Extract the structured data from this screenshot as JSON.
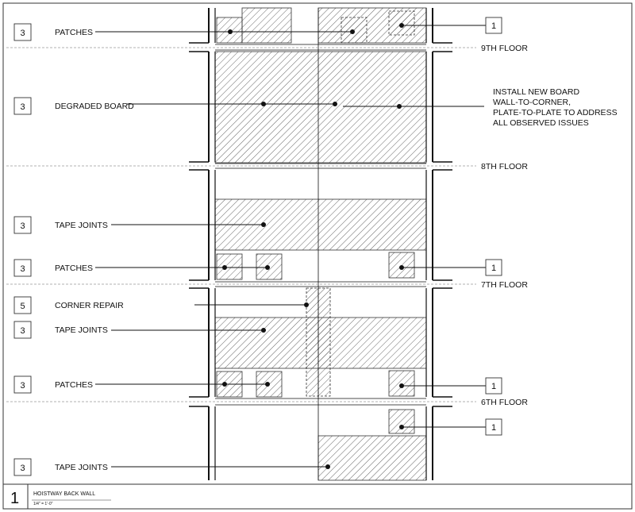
{
  "floors": {
    "ninth": "9TH FLOOR",
    "eighth": "8TH FLOOR",
    "seventh": "7TH FLOOR",
    "sixth": "6TH FLOOR"
  },
  "callouts": {
    "patches_top": {
      "tag": "3",
      "label": "PATCHES"
    },
    "degraded_board": {
      "tag": "3",
      "label": "DEGRADED BOARD"
    },
    "tape_joints_8": {
      "tag": "3",
      "label": "TAPE JOINTS"
    },
    "patches_8": {
      "tag": "3",
      "label": "PATCHES"
    },
    "corner_repair": {
      "tag": "5",
      "label": "CORNER REPAIR"
    },
    "tape_joints_7": {
      "tag": "3",
      "label": "TAPE JOINTS"
    },
    "patches_7": {
      "tag": "3",
      "label": "PATCHES"
    },
    "tape_joints_6": {
      "tag": "3",
      "label": "TAPE JOINTS"
    }
  },
  "right_tags": {
    "top": "1",
    "mid8": "1",
    "mid7": "1",
    "low6": "1"
  },
  "note_lines": [
    "INSTALL NEW BOARD",
    "WALL-TO-CORNER,",
    "PLATE-TO-PLATE TO ADDRESS",
    "ALL OBSERVED ISSUES"
  ],
  "title_block": {
    "number": "1",
    "title": "HOISTWAY BACK WALL",
    "scale": "1/4\" = 1'-0\""
  }
}
